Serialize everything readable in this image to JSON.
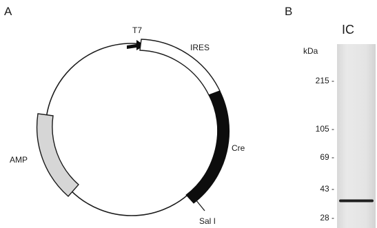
{
  "panel_a": {
    "letter": "A",
    "labels": {
      "t7": "T7",
      "ires": "IRES",
      "cre": "Cre",
      "amp": "AMP",
      "sal": "Sal I"
    }
  },
  "panel_b": {
    "letter": "B",
    "lane": "IC",
    "unit": "kDa",
    "markers": [
      {
        "label": "215 -",
        "kda": 215
      },
      {
        "label": "105 -",
        "kda": 105
      },
      {
        "label": "69 -",
        "kda": 69
      },
      {
        "label": "43 -",
        "kda": 43
      },
      {
        "label": "28 -",
        "kda": 28
      }
    ],
    "band_kda": 36
  },
  "colors": {
    "ink": "#1a1a1a",
    "ires_fill": "#ffffff",
    "cre_fill": "#0d0d0d",
    "amp_fill": "#d6d6d6",
    "gel_background": "#e6e6e6",
    "band": "#202020"
  }
}
